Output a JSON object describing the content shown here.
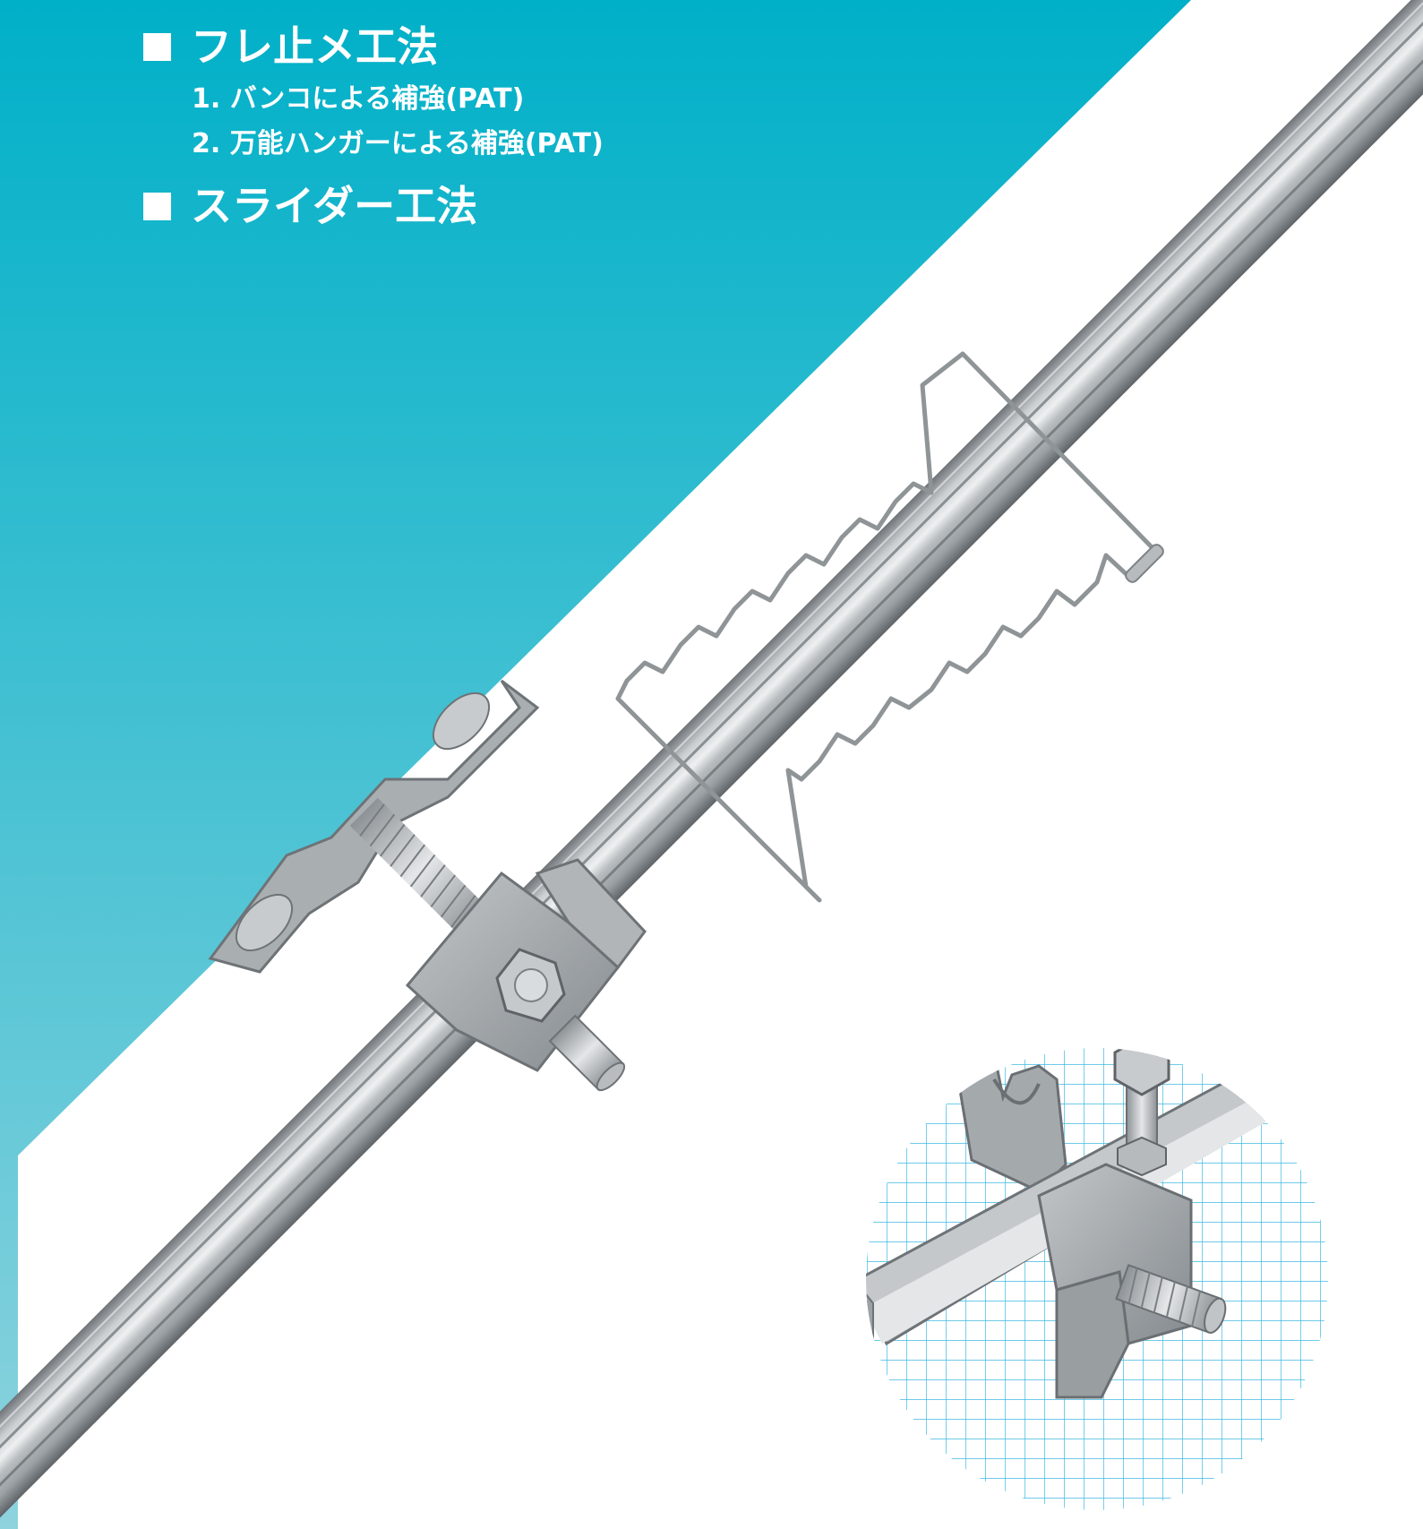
{
  "headings": [
    {
      "label": "フレ止メ工法",
      "items": [
        {
          "label": "1. バンコによる補強(PAT)"
        },
        {
          "label": "2. 万能ハンガーによる補強(PAT)"
        }
      ]
    },
    {
      "label": "スライダー工法",
      "items": []
    }
  ],
  "colors": {
    "banner_top": "#00b0c8",
    "banner_bottom": "#8ed3de",
    "grid_line": "#3db8e2",
    "steel_light": "#d8dbdd",
    "steel_dark": "#7d8286"
  },
  "images": {
    "main_photo": "steel-channel-with-clamp-and-hanger",
    "inset_photo": "slider-clamp-on-channel"
  }
}
